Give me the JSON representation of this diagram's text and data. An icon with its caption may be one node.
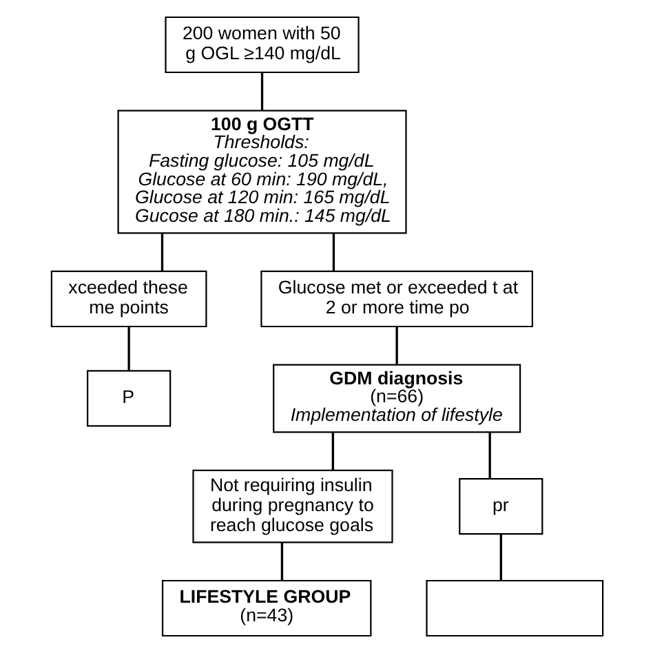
{
  "diagram": {
    "nodes": [
      {
        "text": [
          "200 women with 50 g OGL ≥140 mg/dL"
        ]
      },
      {
        "text": [
          "100 g OGTT",
          "Thresholds:",
          "Fasting glucose: 105 mg/dL",
          "Glucose at 60 min: 190 mg/dL,",
          "Glucose at 120 min: 165 mg/dL",
          "Gucose at 180 min.: 145 mg/dL"
        ]
      },
      {
        "text": [
          "xceeded these me points"
        ]
      },
      {
        "text": [
          "P"
        ]
      },
      {
        "text": [
          "Glucose met or exceeded t at 2 or more time po"
        ]
      },
      {
        "text": [
          "GDM diagnosis",
          "(n=66)",
          "Implementation of lifestyle"
        ]
      },
      {
        "text": [
          "Not requiring insulin during pregnancy to reach glucose goals"
        ]
      },
      {
        "text": [
          "pr"
        ]
      },
      {
        "text": [
          "LIFESTYLE GROUP",
          "(n=43)"
        ]
      },
      {
        "text": [],
        "shape": "box"
      }
    ],
    "edges": [
      {
        "from": 0,
        "to": 1,
        "arrow": "none"
      },
      {
        "from": 1,
        "to": 2,
        "arrow": "none"
      },
      {
        "from": 1,
        "to": 4,
        "arrow": "none"
      },
      {
        "from": 2,
        "to": 3,
        "arrow": "none"
      },
      {
        "from": 4,
        "to": 5,
        "arrow": "none"
      },
      {
        "from": 5,
        "to": 6,
        "arrow": "none"
      },
      {
        "from": 5,
        "to": 7,
        "arrow": "none"
      },
      {
        "from": 6,
        "to": 8,
        "arrow": "none"
      },
      {
        "from": 7,
        "to": 9,
        "arrow": "none"
      }
    ]
  }
}
